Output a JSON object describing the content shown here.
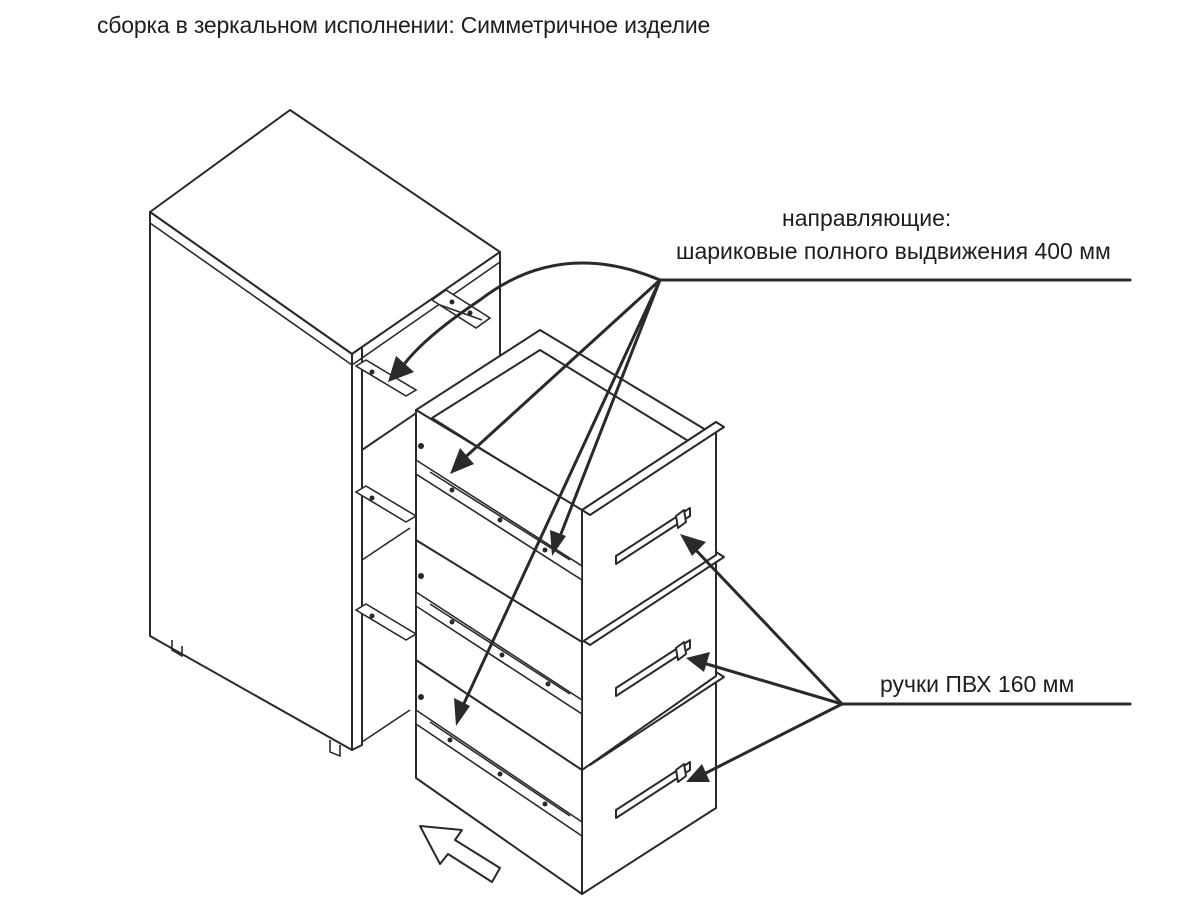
{
  "header": {
    "title": "сборка в зеркальном исполнении: Симметричное изделие"
  },
  "callouts": {
    "guides_line1": "направляющие:",
    "guides_line2": "шариковые полного выдвижения 400 мм",
    "handles": "ручки ПВХ 160 мм"
  },
  "colors": {
    "line": "#2a2a2a",
    "background": "#ffffff"
  },
  "icons": {
    "insert_direction": "arrow-outline-up-left"
  }
}
